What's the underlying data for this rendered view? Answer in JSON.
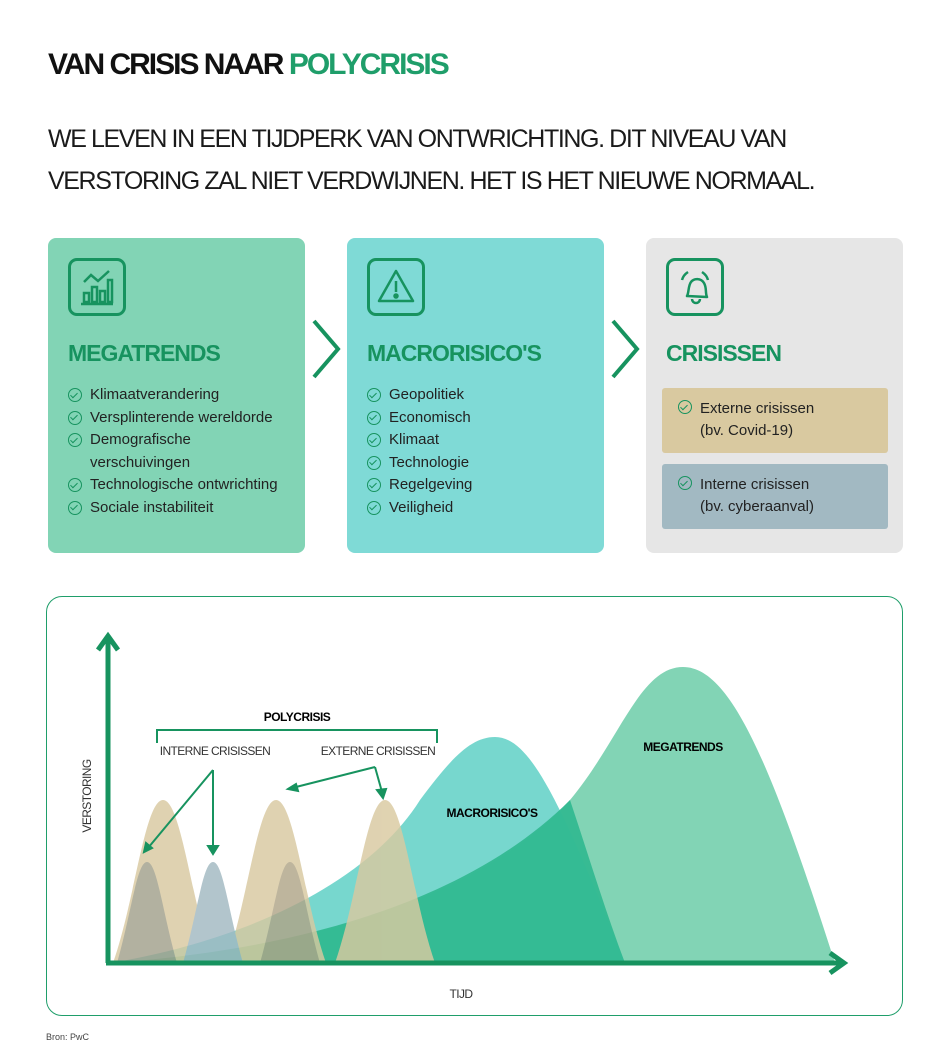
{
  "title": {
    "part1": "VAN CRISIS NAAR ",
    "part2": "POLYCRISIS"
  },
  "subtitle": {
    "line1": "WE LEVEN IN EEN TIJDPERK VAN ONTWRICHTING. DIT NIVEAU VAN",
    "line2": "VERSTORING ZAL NIET VERDWIJNEN. HET IS HET NIEUWE NORMAAL."
  },
  "cards": [
    {
      "icon": "bar-chart-trend-icon",
      "title": "MEGATRENDS",
      "items": [
        "Klimaatverandering",
        "Versplinterende wereldorde",
        "Demografische verschuivingen",
        "Technologische ontwrichting",
        "Sociale instabiliteit"
      ]
    },
    {
      "icon": "warning-triangle-icon",
      "title": "MACRORISICO'S",
      "items": [
        "Geopolitiek",
        "Economisch",
        "Klimaat",
        "Technologie",
        "Regelgeving",
        "Veiligheid"
      ]
    },
    {
      "icon": "bell-alarm-icon",
      "title": "CRISISSEN",
      "subs": [
        {
          "line1": "Externe crisissen",
          "line2": "(bv. Covid-19)"
        },
        {
          "line1": "Interne crisissen",
          "line2": "(bv. cyberaanval)"
        }
      ]
    }
  ],
  "diagram": {
    "y_label": "VERSTORING",
    "x_label": "TIJD",
    "polycrisis": "POLYCRISIS",
    "interne": "INTERNE CRISISSEN",
    "externe": "EXTERNE CRISISSEN",
    "macro": "MACRORISICO'S",
    "mega": "MEGATRENDS"
  },
  "colors": {
    "green": "#1f9e6a",
    "mega": "#82d4b5",
    "macro": "#7fdad6",
    "tan": "#d9c9a0",
    "blue": "#a2b9c2"
  },
  "source": "Bron: PwC"
}
